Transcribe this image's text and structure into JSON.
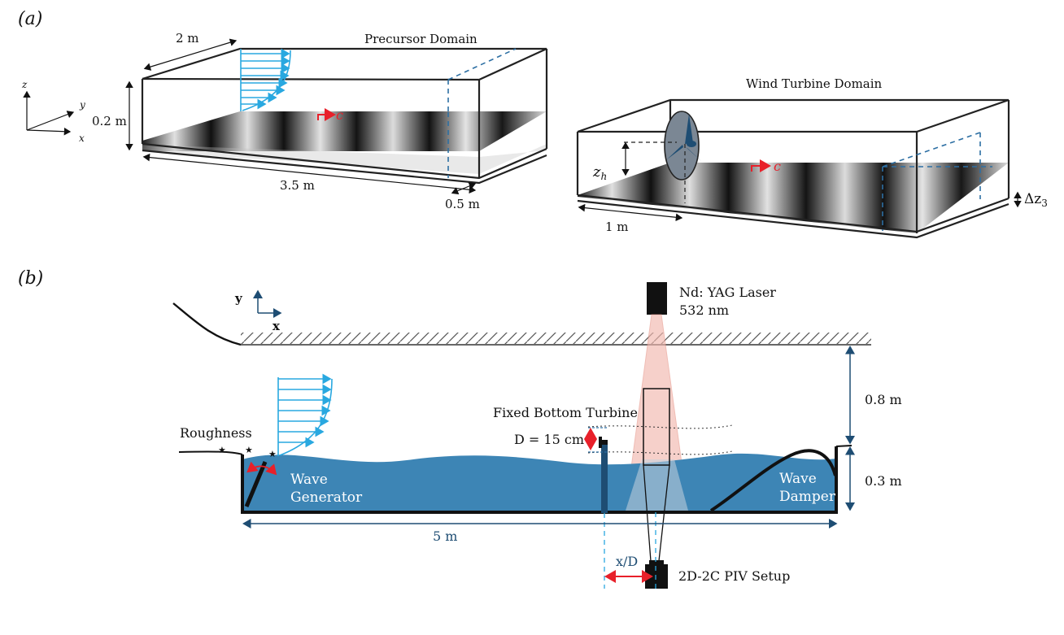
{
  "panel_a": {
    "label": "(a)",
    "precursor_title": "Precursor Domain",
    "turbine_title": "Wind Turbine Domain",
    "axis_z": "z",
    "axis_y": "y",
    "axis_x": "x",
    "width_2m": "2 m",
    "height_02m": "0.2 m",
    "length_35m": "3.5 m",
    "length_05m": "0.5 m",
    "wave_speed": "c",
    "wave_speed_2": "c",
    "hub_height": "z",
    "hub_height_sub": "h",
    "dist_1m": "1 m",
    "delta_z": "Δz",
    "delta_z_sub": "3"
  },
  "panel_b": {
    "label": "(b)",
    "axis_y": "y",
    "axis_x": "x",
    "laser_line1": "Nd: YAG Laser",
    "laser_line2": "532 nm",
    "height_08m": "0.8 m",
    "height_03m": "0.3 m",
    "turbine_label": "Fixed Bottom Turbine",
    "rotor_diameter": "D = 15 cm",
    "roughness": "Roughness",
    "wave_gen_1": "Wave",
    "wave_gen_2": "Generator",
    "wave_damp_1": "Wave",
    "wave_damp_2": "Damper",
    "length_5m": "5 m",
    "x_over_d": "x/D",
    "piv_label": "2D-2C PIV Setup"
  },
  "colors": {
    "profile_blue": "#29a8e0",
    "water_blue": "#3d85b5",
    "dim_blue": "#1e4d73",
    "arrow_red": "#e8202a",
    "laser_pink": "#f2b8ae"
  }
}
